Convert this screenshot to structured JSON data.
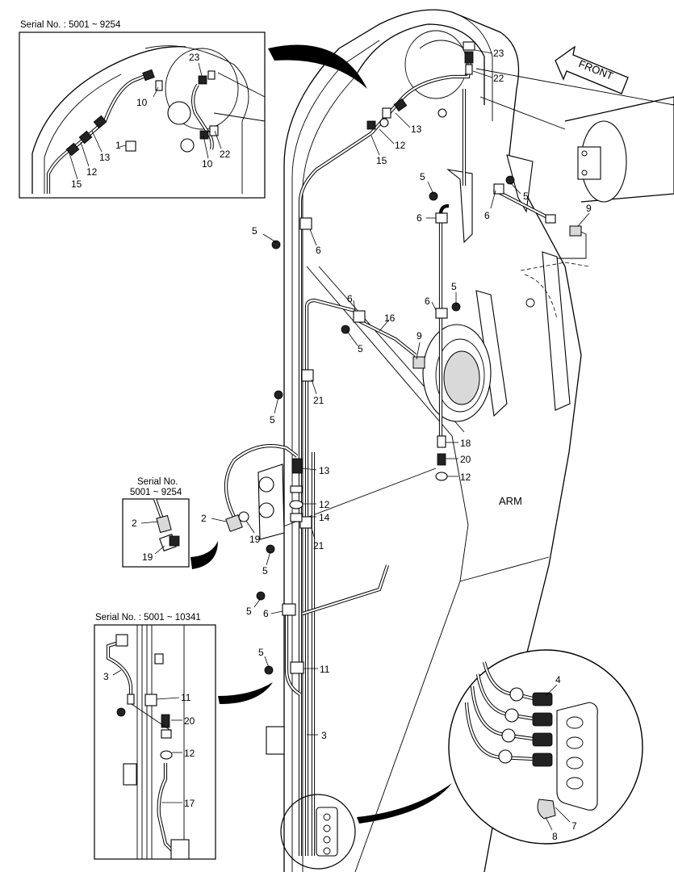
{
  "insets": {
    "top": {
      "serial": "Serial No. : 5001 ~ 9254"
    },
    "middle": {
      "serial_line1": "Serial No.",
      "serial_line2": "5001 ~ 9254"
    },
    "bottom": {
      "serial": "Serial No. : 5001 ~ 10341"
    }
  },
  "labels": {
    "front": "FRONT",
    "arm": "ARM"
  },
  "callouts": {
    "top_inset": [
      "23",
      "10",
      "1",
      "13",
      "12",
      "15",
      "10",
      "22"
    ],
    "main_top": [
      "23",
      "22",
      "13",
      "12",
      "15",
      "5",
      "5",
      "6",
      "6",
      "9",
      "5",
      "6"
    ],
    "main_middle": [
      "6",
      "16",
      "5",
      "9",
      "5",
      "6",
      "5",
      "21",
      "5",
      "18",
      "20",
      "12"
    ],
    "main_lower": [
      "13",
      "12",
      "14",
      "21",
      "2",
      "19",
      "5",
      "5",
      "6",
      "5",
      "11",
      "3"
    ],
    "middle_inset": [
      "2",
      "19"
    ],
    "bottom_inset": [
      "3",
      "11",
      "20",
      "12",
      "17"
    ],
    "connector_inset": [
      "4",
      "7",
      "8"
    ]
  },
  "colors": {
    "line": "#000000",
    "background": "#ffffff",
    "shade": "#d9d9d9"
  }
}
